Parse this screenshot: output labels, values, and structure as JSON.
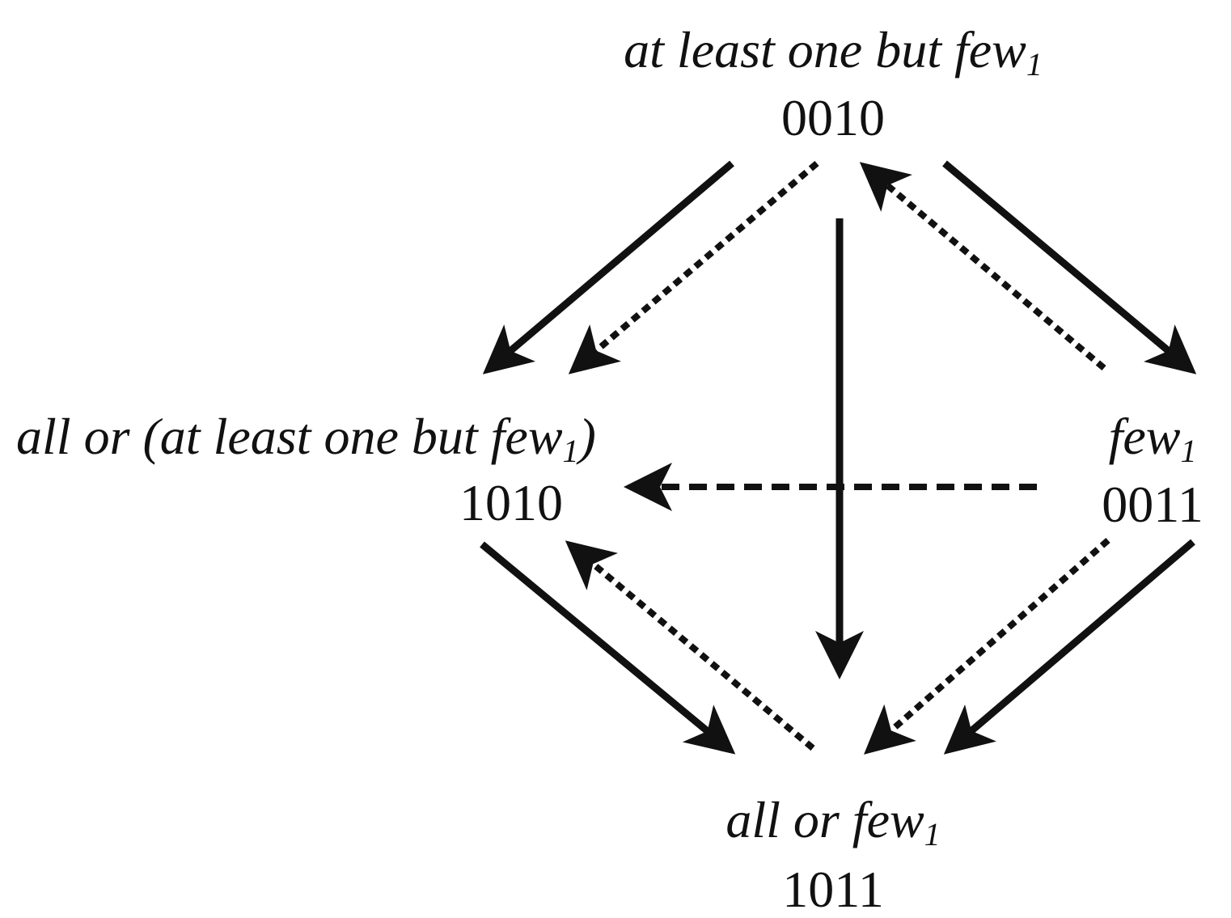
{
  "nodes": {
    "top": {
      "label": "at least one but few",
      "sub": "1",
      "code": "0010"
    },
    "left": {
      "label_prefix": "all or (at least one but few",
      "sub": "1",
      "label_suffix": ")",
      "code": "1010"
    },
    "right": {
      "label": "few",
      "sub": "1",
      "code": "0011"
    },
    "bottom": {
      "label": "all or few",
      "sub": "1",
      "code": "1011"
    }
  },
  "edges": [
    {
      "from": "top",
      "to": "left",
      "style": "solid"
    },
    {
      "from": "top",
      "to": "left",
      "style": "dotted"
    },
    {
      "from": "right",
      "to": "top",
      "style": "dotted"
    },
    {
      "from": "top",
      "to": "right",
      "style": "solid"
    },
    {
      "from": "top",
      "to": "bottom",
      "style": "solid"
    },
    {
      "from": "right",
      "to": "left",
      "style": "dashed"
    },
    {
      "from": "left",
      "to": "bottom",
      "style": "solid"
    },
    {
      "from": "bottom",
      "to": "left",
      "style": "dotted"
    },
    {
      "from": "right",
      "to": "bottom",
      "style": "dotted"
    },
    {
      "from": "right",
      "to": "bottom",
      "style": "solid"
    }
  ],
  "colors": {
    "ink": "#111111",
    "background": "#ffffff"
  }
}
